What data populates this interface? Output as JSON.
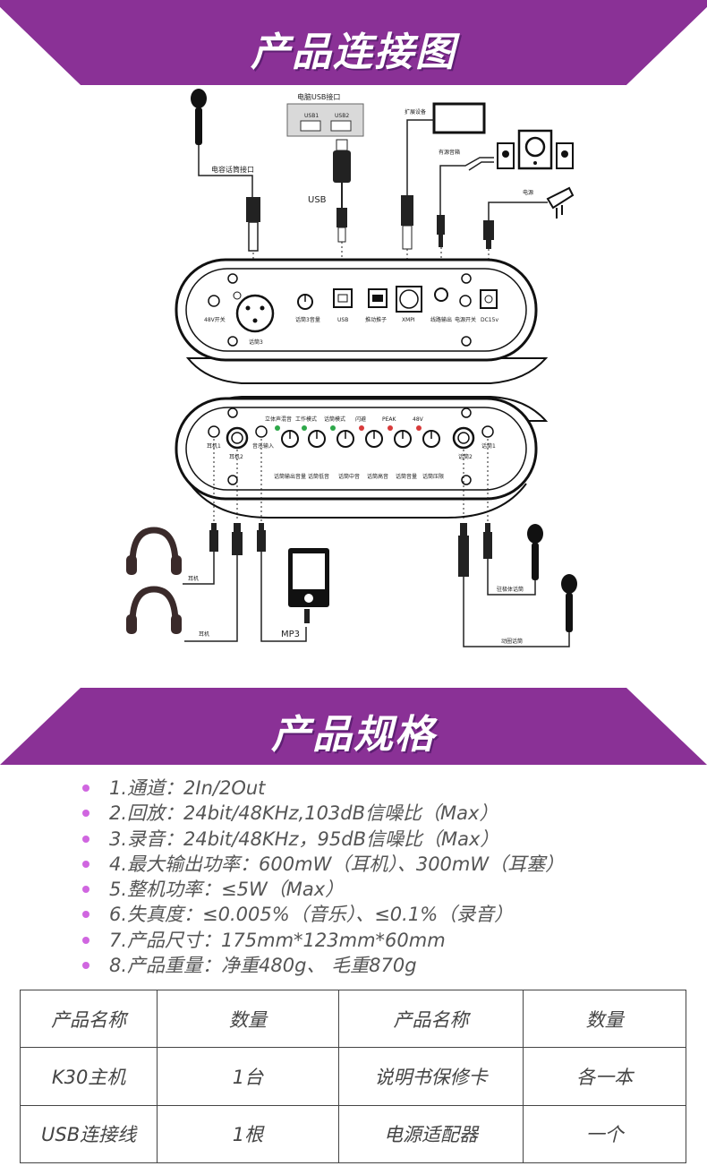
{
  "header_connection": {
    "title": "产品连接图"
  },
  "header_specs": {
    "title": "产品规格"
  },
  "colors": {
    "banner_purple": "#8a3196",
    "bullet": "#d066e0",
    "led_green": "#2ea84a",
    "led_red": "#d83a3a"
  },
  "diagram": {
    "usb_port_box": "电脑USB接口",
    "usb1": "USB1",
    "usb2": "USB2",
    "usb_label": "USB",
    "condenser_mic_port": "电容话筒接口",
    "expansion_device": "扩展设备",
    "active_speaker": "有源音箱",
    "power": "电源",
    "rear": {
      "p48v_switch": "48V开关",
      "mic3": "话筒3",
      "mic3_volume": "话筒3音量",
      "usb": "USB",
      "reverb_push": "推动推子",
      "xmpi": "XMPI",
      "line_out": "线路输出",
      "power_switch": "电源开关",
      "dc15v": "DC15v"
    },
    "front": {
      "stereo_source": "立体声混音",
      "work_mode": "工作模式",
      "mic_mode": "话筒模式",
      "flash": "闪避",
      "peak": "PEAK",
      "p48v": "48V",
      "earphone1": "耳机1",
      "earphone2": "耳机2",
      "music_in": "音乐输入",
      "mic2": "话筒2",
      "mic1": "话筒1",
      "k1": "话筒输出音量",
      "k2": "话筒低音",
      "k3": "话筒中音",
      "k4": "话筒高音",
      "k5": "话筒音量",
      "k6": "话筒压限"
    },
    "headphone_a": "耳机",
    "headphone_b": "耳机",
    "mp3": "MP3",
    "electret_mic": "驻极体话筒",
    "dynamic_mic": "动圈话筒"
  },
  "specs": [
    "1.通道：2In/2Out",
    "2.回放：24bit/48KHz,103dB信噪比（Max）",
    "3.录音：24bit/48KHz，95dB信噪比（Max）",
    "4.最大输出功率：600mW（耳机）、300mW（耳塞）",
    "5.整机功率：≤5W（Max）",
    "6.失真度：≤0.005%（音乐）、≤0.1%（录音）",
    "7.产品尺寸：175mm*123mm*60mm",
    "8.产品重量：净重480g、 毛重870g"
  ],
  "package_table": {
    "rows": [
      [
        "产品名称",
        "数量",
        "产品名称",
        "数量"
      ],
      [
        "K30主机",
        "1台",
        "说明书保修卡",
        "各一本"
      ],
      [
        "USB连接线",
        "1根",
        "电源适配器",
        "一个"
      ]
    ]
  }
}
